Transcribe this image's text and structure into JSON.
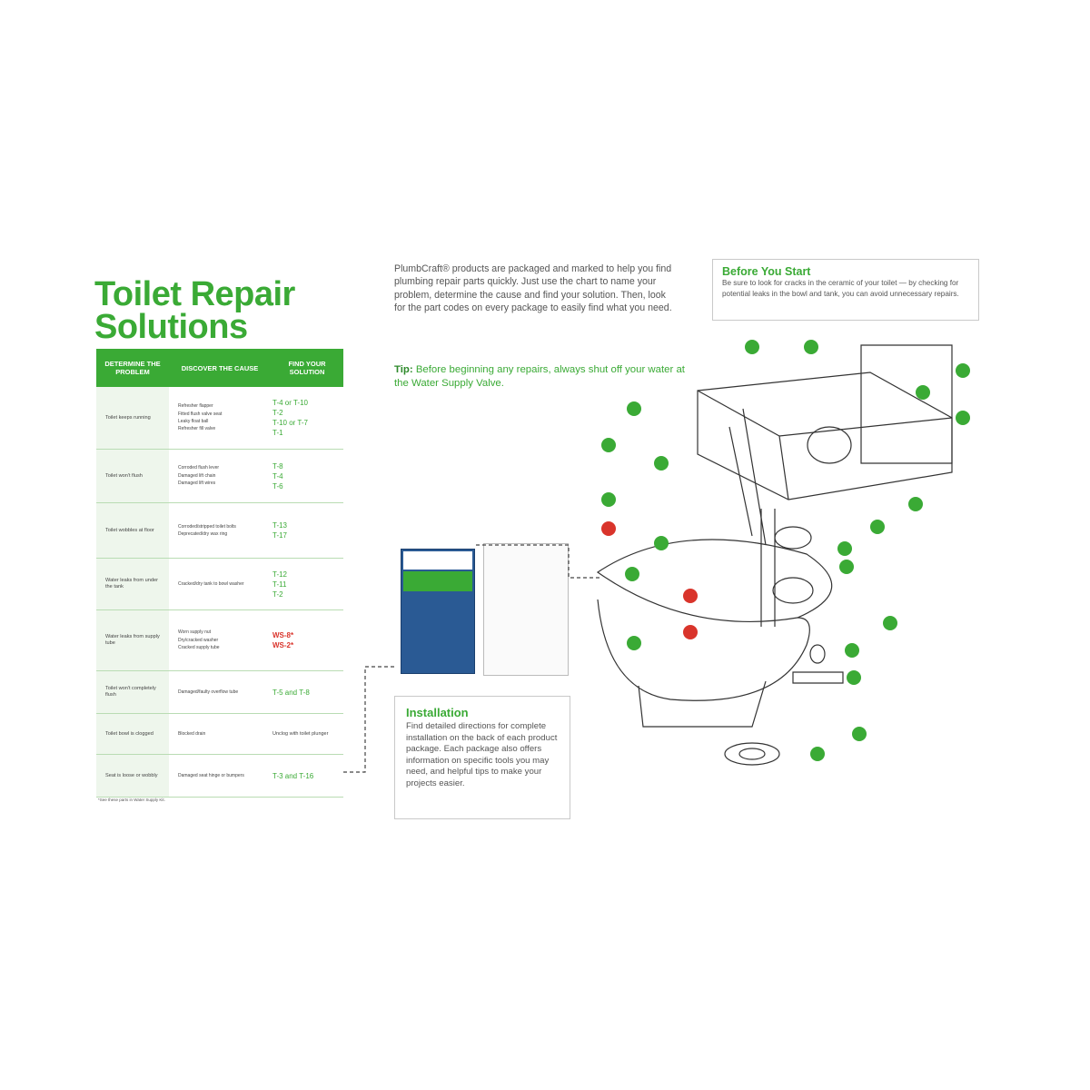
{
  "title": {
    "line1": "Toilet Repair",
    "line2": "Solutions"
  },
  "table": {
    "headers": [
      "DETERMINE THE PROBLEM",
      "DISCOVER THE CAUSE",
      "FIND YOUR SOLUTION"
    ],
    "rows": [
      {
        "problem": "Toilet keeps running",
        "causes": [
          "Refresher flapper",
          "Fitted flush valve seat",
          "Leaky float ball",
          "Refresher fill valve"
        ],
        "solutions": [
          "T-4 or T-10",
          "T-2",
          "T-10 or T-7",
          "T-1"
        ]
      },
      {
        "problem": "Toilet won't flush",
        "causes": [
          "Corroded flush lever",
          "Damaged lift chain",
          "Damaged lift wires"
        ],
        "solutions": [
          "T-8",
          "T-4",
          "T-6"
        ]
      },
      {
        "problem": "Toilet wobbles at floor",
        "causes": [
          "Corroded/stripped toilet bolts",
          "Deprecated/dry wax ring"
        ],
        "solutions": [
          "T-13",
          "T-17"
        ]
      },
      {
        "problem": "Water leaks from under the tank",
        "causes": [
          "Cracked/dry tank to bowl washer"
        ],
        "solutions": [
          "T-12",
          "T-11",
          "T-2"
        ]
      },
      {
        "problem": "Water leaks from supply tube",
        "causes": [
          "Worn supply nut",
          "Dry/cracked washer",
          "Cracked supply tube"
        ],
        "solutions": [
          "WS-8*",
          "WS-2*"
        ]
      },
      {
        "problem": "Toilet won't completely flush",
        "causes": [
          "Damaged/faulty overflow tube"
        ],
        "solutions": [
          "T-5 and T-8"
        ]
      },
      {
        "problem": "Toilet bowl is clogged",
        "causes": [
          "Blocked drain"
        ],
        "solutions": [
          "Unclog with toilet plunger"
        ]
      },
      {
        "problem": "Seat is loose or wobbly",
        "causes": [
          "Damaged seat hinge or bumpers"
        ],
        "solutions": [
          "T-3 and T-16"
        ]
      }
    ],
    "footnote": "*See these parts in Water Supply Kit."
  },
  "intro": "PlumbCraft® products are packaged and marked to help you find plumbing repair parts quickly. Just use the chart to name your problem, determine the cause and find your solution. Then, look for the part codes on every package to easily find what you need.",
  "tip": {
    "label": "Tip:",
    "text": " Before beginning any repairs, always shut off your water at the Water Supply Valve."
  },
  "before": {
    "title": "Before You Start",
    "text": "Be sure to look for cracks in the ceramic of your toilet — by checking for potential leaks in the bowl and tank, you can avoid unnecessary repairs."
  },
  "install": {
    "title": "Installation",
    "text": "Find detailed directions for complete installation on the back of each product package. Each package also offers information on specific tools you may need, and helpful tips to make your projects easier."
  },
  "colors": {
    "green": "#3aaa35",
    "red": "#d9342b"
  }
}
